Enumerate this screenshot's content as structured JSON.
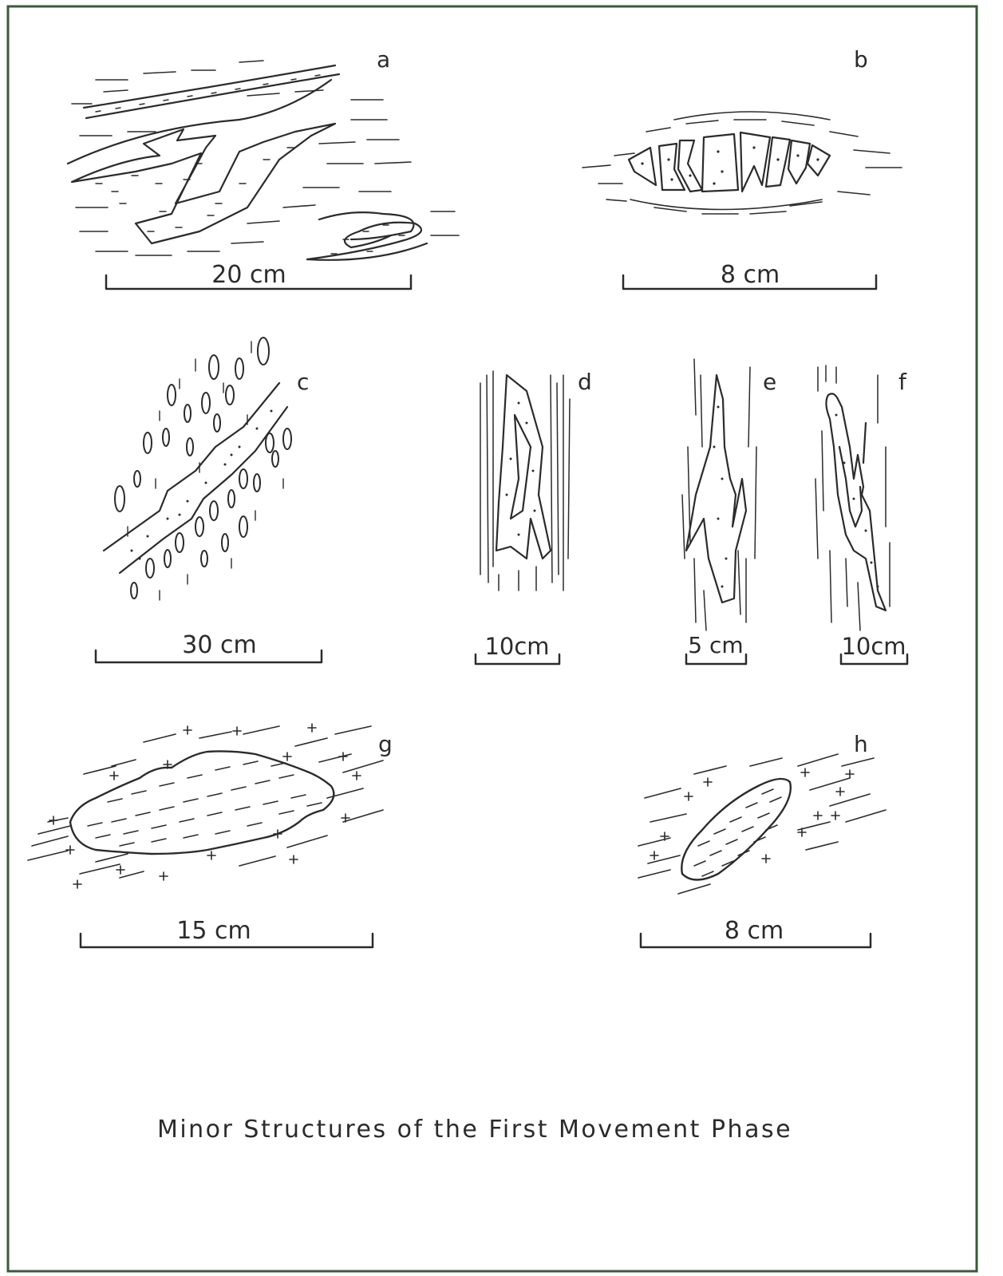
{
  "figure": {
    "title": "Minor Structures of the First Movement Phase",
    "panels": [
      {
        "letter": "a",
        "scale": "20 cm"
      },
      {
        "letter": "b",
        "scale": "8 cm"
      },
      {
        "letter": "c",
        "scale": "30 cm"
      },
      {
        "letter": "d",
        "scale": "10cm"
      },
      {
        "letter": "e",
        "scale": "5 cm"
      },
      {
        "letter": "f",
        "scale": "10cm"
      },
      {
        "letter": "g",
        "scale": "15 cm"
      },
      {
        "letter": "h",
        "scale": "8 cm"
      }
    ]
  },
  "colors": {
    "ink": "#2b2b2b",
    "frame": "#3a5a3a",
    "paper": "#ffffff"
  }
}
